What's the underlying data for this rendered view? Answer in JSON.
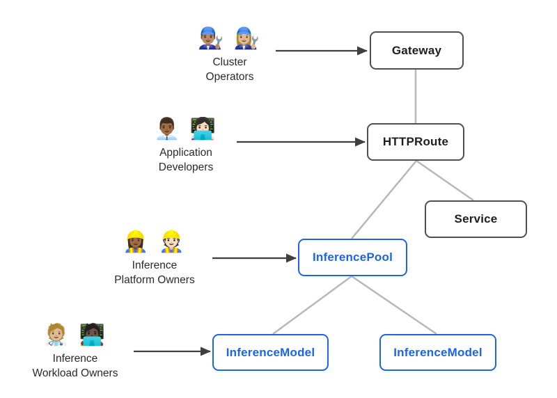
{
  "diagram": {
    "colors": {
      "blue": "#1b64eb",
      "dark_border": "#4f4f4f",
      "connector": "#b8b8b8",
      "arrow": "#3f3f3f",
      "text": "#1e1e1e"
    },
    "nodes": {
      "gateway": {
        "label": "Gateway",
        "style": "dark"
      },
      "httproute": {
        "label": "HTTPRoute",
        "style": "dark"
      },
      "service": {
        "label": "Service",
        "style": "dark"
      },
      "inference_pool": {
        "label": "InferencePool",
        "style": "blue"
      },
      "inference_model_left": {
        "label": "InferenceModel",
        "style": "blue"
      },
      "inference_model_right": {
        "label": "InferenceModel",
        "style": "blue"
      }
    },
    "actors": [
      {
        "name": "Cluster Operators",
        "emojis": "👨🏽‍🔧 👩🏼‍🔧",
        "line1": "Cluster",
        "line2": "Operators",
        "points_to": "Gateway"
      },
      {
        "name": "Application Developers",
        "emojis": "👨🏾‍💼 👩🏻‍💻",
        "line1": "Application",
        "line2": "Developers",
        "points_to": "HTTPRoute"
      },
      {
        "name": "Inference Platform Owners",
        "emojis": "👷🏾‍♀️ 👷🏻",
        "line1": "Inference",
        "line2": "Platform Owners",
        "points_to": "InferencePool"
      },
      {
        "name": "Inference Workload Owners",
        "emojis": "🧑🏼‍⚕️ 🧑🏿‍💻",
        "line1": "Inference",
        "line2": "Workload Owners",
        "points_to": "InferenceModel"
      }
    ],
    "edges": [
      {
        "from": "Gateway",
        "to": "HTTPRoute"
      },
      {
        "from": "HTTPRoute",
        "to": "InferencePool"
      },
      {
        "from": "HTTPRoute",
        "to": "Service"
      },
      {
        "from": "InferencePool",
        "to": "InferenceModel (left)"
      },
      {
        "from": "InferencePool",
        "to": "InferenceModel (right)"
      }
    ]
  }
}
